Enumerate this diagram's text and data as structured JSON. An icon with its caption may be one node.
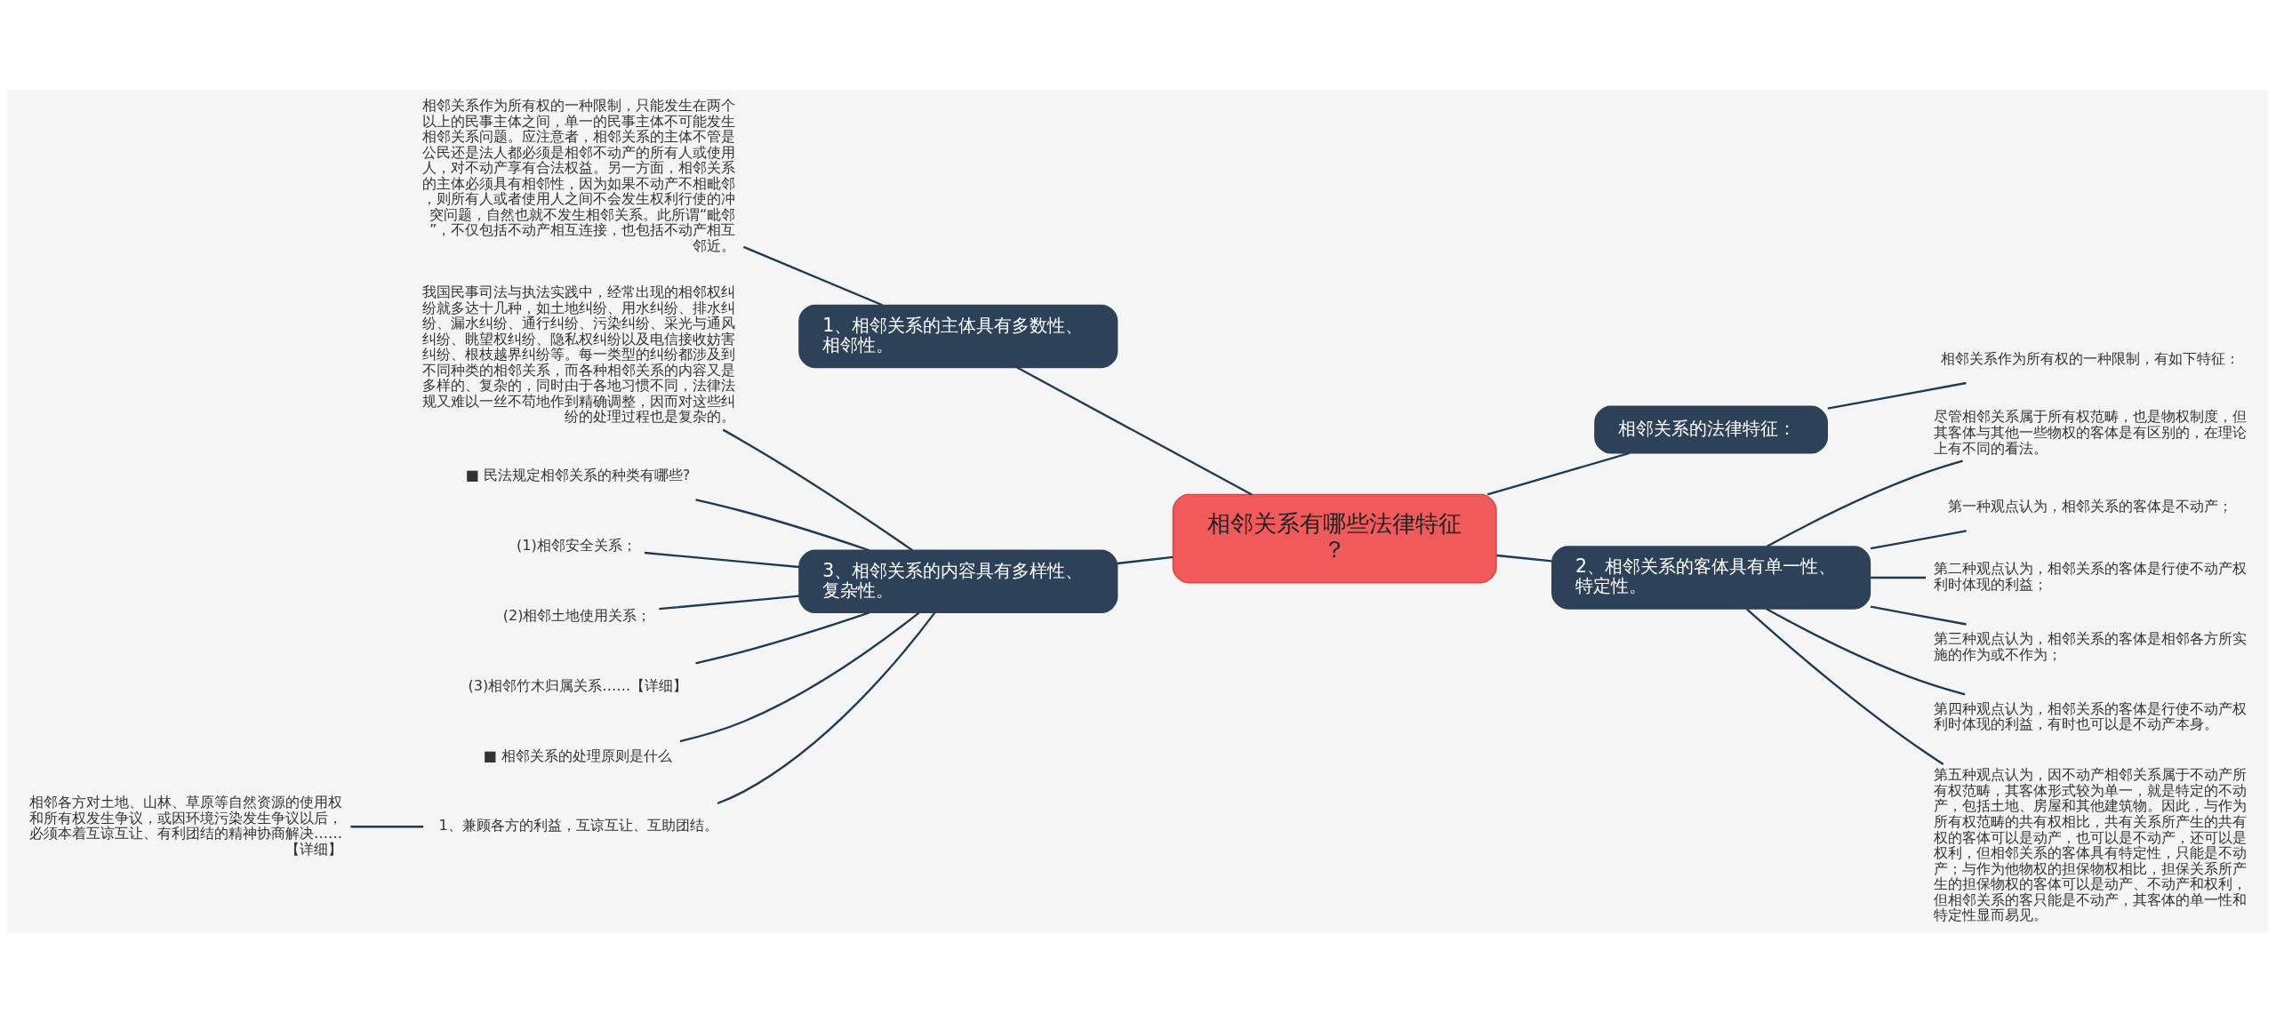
{
  "diagram": {
    "nodes": [
      {
        "text": [
          "相邻关系有哪些法律特征？"
        ]
      },
      {
        "text": [
          "1、相邻关系的主体具有多数性、相邻性。"
        ]
      },
      {
        "text": [
          "相邻关系作为所有权的一种限制，只能发生在两个以上的民事主体之间，单一的民事主体不可能发生相邻关系问题。应注意者，相邻关系的主体不管是公民还是法人都必须是相邻不动产的所有人或使用人，对不动产享有合法权益。另一方面，相邻关系的主体必须具有相邻性，因为如果不动产不相毗邻，则所有人或者使用人之间不会发生权利行使的冲突问题，自然也就不发生相邻关系。此所谓“毗邻”，不仅包括不动产相互连接，也包括不动产相互邻近。"
        ]
      },
      {
        "text": [
          "相邻关系的法律特征："
        ]
      },
      {
        "text": [
          "相邻关系作为所有权的一种限制，有如下特征："
        ]
      },
      {
        "text": [
          "2、相邻关系的客体具有单一性、特定性。"
        ]
      },
      {
        "text": [
          "尽管相邻关系属于所有权范畴，也是物权制度，但其客体与其他一些物权的客体是有区别的，在理论上有不同的看法。"
        ]
      },
      {
        "text": [
          "第一种观点认为，相邻关系的客体是不动产；"
        ]
      },
      {
        "text": [
          "第二种观点认为，相邻关系的客体是行使不动产权利时体现的利益；"
        ]
      },
      {
        "text": [
          "第三种观点认为，相邻关系的客体是相邻各方所实施的作为或不作为；"
        ]
      },
      {
        "text": [
          "第四种观点认为，相邻关系的客体是行使不动产权利时体现的利益，有时也可以是不动产本身。"
        ]
      },
      {
        "text": [
          "第五种观点认为，因不动产相邻关系属于不动产所有权范畴，其客体形式较为单一，就是特定的不动产，包括土地、房屋和其他建筑物。因此，与作为所有权范畴的共有权相比，共有关系所产生的共有权的客体可以是动产，也可以是不动产，还可以是权利，但相邻关系的客体具有特定性，只能是不动产；与作为他物权的担保物权相比，担保关系所产生的担保物权的客体可以是动产、不动产和权利，但相邻关系的客只能是不动产，其客体的单一性和特定性显而易见。"
        ]
      },
      {
        "text": [
          "3、相邻关系的内容具有多样性、复杂性。"
        ]
      },
      {
        "text": [
          "我国民事司法与执法实践中，经常出现的相邻权纠纷就多达十几种，如土地纠纷、用水纠纷、排水纠纷、漏水纠纷、通行纠纷、污染纠纷、采光与通风纠纷、眺望权纠纷、隐私权纠纷以及电信接收妨害纠纷、根枝越界纠纷等。每一类型的纠纷都涉及到不同种类的相邻关系，而各种相邻关系的内容又是多样的、复杂的，同时由于各地习惯不同，法律法规又难以一丝不苟地作到精确调整，因而对这些纠纷的处理过程也是复杂的。"
        ]
      },
      {
        "text": [
          "■ 民法规定相邻关系的种类有哪些?"
        ]
      },
      {
        "text": [
          "(1)相邻安全关系；"
        ]
      },
      {
        "text": [
          "(2)相邻土地使用关系；"
        ]
      },
      {
        "text": [
          "(3)相邻竹木归属关系……【详细】"
        ]
      },
      {
        "text": [
          "■ 相邻关系的处理原则是什么"
        ]
      },
      {
        "text": [
          "1、兼顾各方的利益，互谅互让、互助团结。"
        ]
      },
      {
        "text": [
          "相邻各方对土地、山林、草原等自然资源的使用权和所有权发生争议，或因环境污染发生争议以后，必须本着互谅互让、有利团结的精神协商解决……【详细】"
        ]
      }
    ],
    "edges": [
      {
        "from": 0,
        "to": 1,
        "arrow": "none"
      },
      {
        "from": 1,
        "to": 2,
        "arrow": "none"
      },
      {
        "from": 0,
        "to": 3,
        "arrow": "none"
      },
      {
        "from": 3,
        "to": 4,
        "arrow": "none"
      },
      {
        "from": 0,
        "to": 5,
        "arrow": "none"
      },
      {
        "from": 5,
        "to": 6,
        "arrow": "none"
      },
      {
        "from": 5,
        "to": 7,
        "arrow": "none"
      },
      {
        "from": 5,
        "to": 8,
        "arrow": "none"
      },
      {
        "from": 5,
        "to": 9,
        "arrow": "none"
      },
      {
        "from": 5,
        "to": 10,
        "arrow": "none"
      },
      {
        "from": 5,
        "to": 11,
        "arrow": "none"
      },
      {
        "from": 0,
        "to": 12,
        "arrow": "none"
      },
      {
        "from": 12,
        "to": 13,
        "arrow": "none"
      },
      {
        "from": 12,
        "to": 14,
        "arrow": "none"
      },
      {
        "from": 12,
        "to": 15,
        "arrow": "none"
      },
      {
        "from": 12,
        "to": 16,
        "arrow": "none"
      },
      {
        "from": 12,
        "to": 17,
        "arrow": "none"
      },
      {
        "from": 12,
        "to": 18,
        "arrow": "none"
      },
      {
        "from": 12,
        "to": 19,
        "arrow": "none"
      },
      {
        "from": 19,
        "to": 20,
        "arrow": "none"
      }
    ]
  }
}
